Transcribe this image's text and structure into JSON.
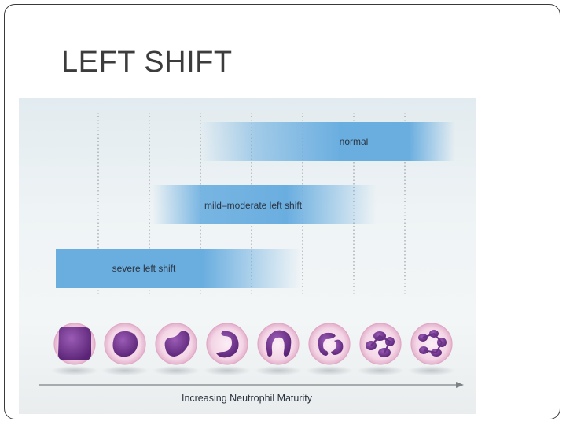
{
  "slide": {
    "title": "LEFT SHIFT"
  },
  "figure": {
    "bands": [
      {
        "label": "normal"
      },
      {
        "label": "mild–moderate left shift"
      },
      {
        "label": "severe left shift"
      }
    ],
    "axis_label": "Increasing Neutrophil Maturity",
    "cell_count": 8,
    "colors": {
      "band_blue": "#6aaee0",
      "cell_cytoplasm": "#f4d6e6",
      "cell_membrane": "#e8b9d1",
      "nucleus": "#7a3f94",
      "nucleus_dark": "#5a2476",
      "divider": "#8a9298"
    }
  }
}
